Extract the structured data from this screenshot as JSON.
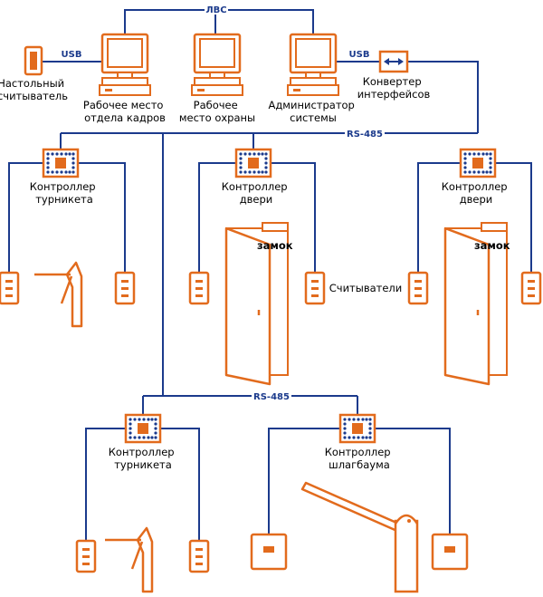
{
  "colors": {
    "orange": "#e26b1d",
    "line": "#1b3a8c",
    "fill": "#ffffff"
  },
  "network": {
    "lan": "ЛВС",
    "usb_left": "USB",
    "usb_right": "USB",
    "rs485_top": "RS-485",
    "rs485_bottom": "RS-485"
  },
  "labels": {
    "desk_reader": [
      "Настольный",
      "считыватель"
    ],
    "hr_workstation": [
      "Рабочее место",
      "отдела кадров"
    ],
    "security_workstation": [
      "Рабочее",
      "место охраны"
    ],
    "admin": [
      "Администратор",
      "системы"
    ],
    "converter": [
      "Конвертер",
      "интерфейсов"
    ],
    "turnstile_ctrl_1": [
      "Контроллер",
      "турникета"
    ],
    "door_ctrl_1": [
      "Контроллер",
      "двери"
    ],
    "door_ctrl_2": [
      "Контроллер",
      "двери"
    ],
    "turnstile_ctrl_2": [
      "Контроллер",
      "турникета"
    ],
    "barrier_ctrl": [
      "Контроллер",
      "шлагбаума"
    ],
    "lock_1": "замок",
    "lock_2": "замок",
    "readers": "Считыватели"
  }
}
